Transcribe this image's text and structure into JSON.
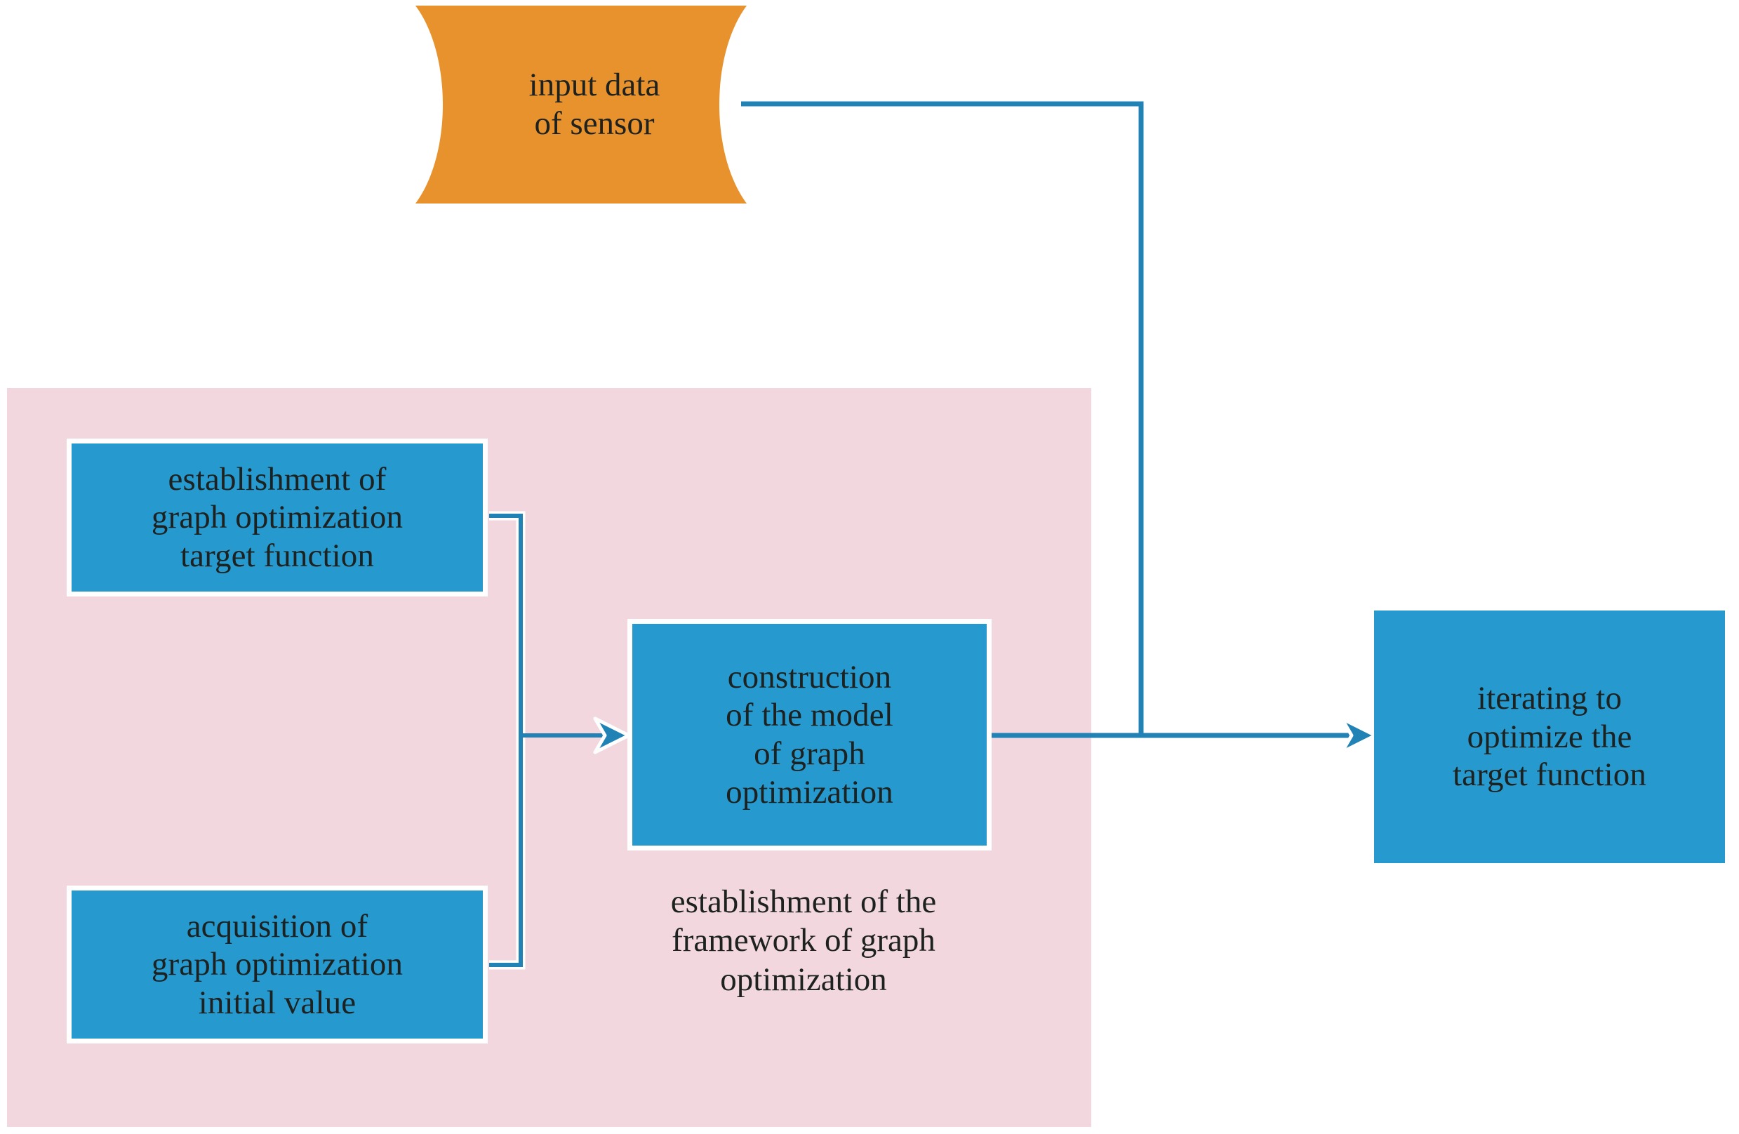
{
  "diagram": {
    "title": "graph optimization framework flowchart",
    "colors": {
      "process_fill": "#2699ce",
      "process_border": "#ffffff",
      "data_shape_fill": "#e8922e",
      "group_panel_fill": "#f2d8de",
      "connector": "#2082b5",
      "text": "#1d211f",
      "background": "#ffffff"
    },
    "nodes": {
      "input_data": {
        "label": "input data\nof sensor",
        "shape": "data-tape"
      },
      "target_function": {
        "label": "establishment of\ngraph optimization\ntarget function",
        "shape": "rectangle"
      },
      "initial_value": {
        "label": "acquisition of\ngraph optimization\ninitial value",
        "shape": "rectangle"
      },
      "construction": {
        "label": "construction\nof the model\nof graph\noptimization",
        "shape": "rectangle"
      },
      "iterating": {
        "label": "iterating to\noptimize the\ntarget function",
        "shape": "rectangle"
      }
    },
    "group": {
      "caption": "establishment of the\nframework of graph\noptimization"
    },
    "edges": [
      {
        "from": "target_function",
        "to": "construction",
        "arrow": true
      },
      {
        "from": "initial_value",
        "to": "construction",
        "arrow": true
      },
      {
        "from": "construction",
        "to": "iterating",
        "arrow": true
      },
      {
        "from": "input_data",
        "to": "iterating",
        "arrow": false
      }
    ]
  }
}
